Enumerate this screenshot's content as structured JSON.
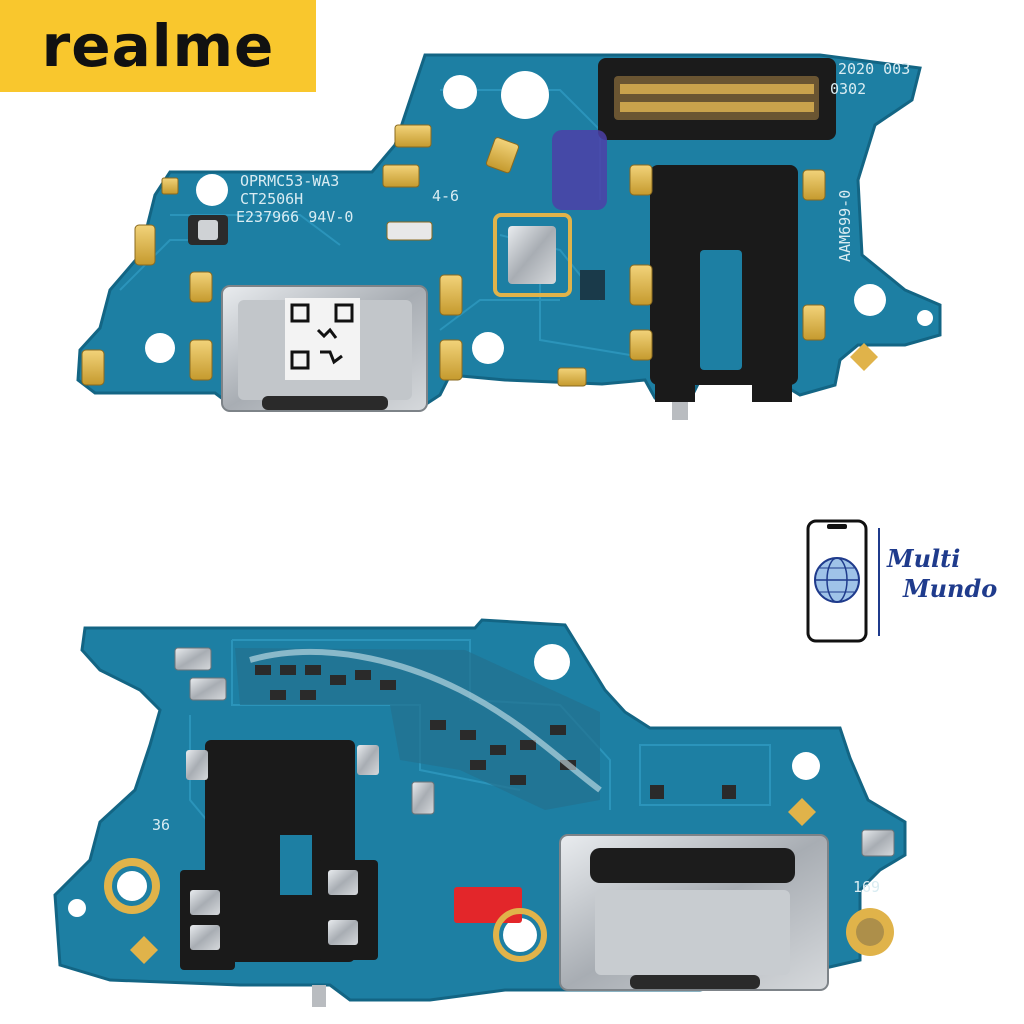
{
  "brand": {
    "name": "realme",
    "badge_color": "#f9c72d"
  },
  "boards": {
    "top": {
      "silkscreen": [
        "OPRMC53-WA3",
        "CT2506H",
        "E237966 94V-0",
        "4-6",
        "2020 003",
        "0302",
        "AAM699-0"
      ],
      "icons": [
        "usb-c-port-icon",
        "audio-jack-icon",
        "flex-connector-icon",
        "qr-sticker-icon",
        "microphone-icon"
      ]
    },
    "bottom": {
      "silkscreen": [
        "36",
        "169"
      ],
      "icons": [
        "usb-c-port-icon",
        "audio-jack-icon",
        "red-tape-icon"
      ]
    },
    "pcb_color": "#1f7a9c"
  },
  "logo": {
    "line1": "Multi",
    "line2": "Mundo",
    "icon": "phone-globe-icon",
    "color": "#1f3b8c"
  }
}
